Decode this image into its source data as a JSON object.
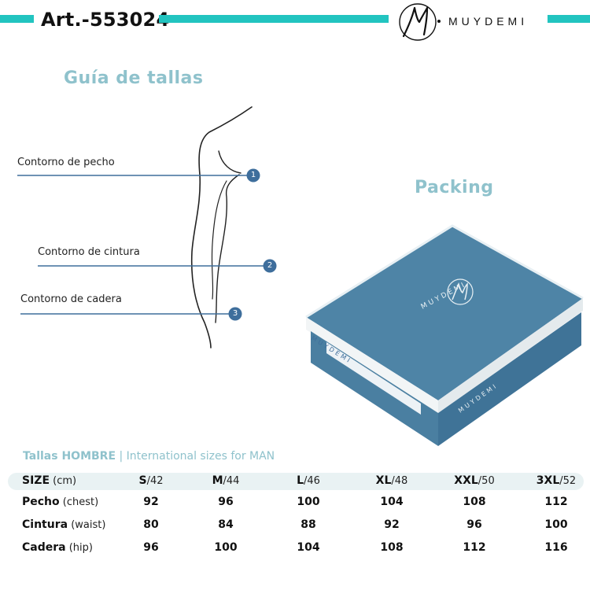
{
  "header": {
    "article": "Art.-553024",
    "brand": "MUYDEMI"
  },
  "guide": {
    "title": "Guía de tallas",
    "measures": [
      {
        "label": "Contorno de pecho",
        "number": "1"
      },
      {
        "label": "Contorno de cintura",
        "number": "2"
      },
      {
        "label": "Contorno de cadera",
        "number": "3"
      }
    ]
  },
  "packing": {
    "title": "Packing",
    "box_brand": "MUYDEMI"
  },
  "sizes": {
    "caption_strong": "Tallas HOMBRE",
    "caption_rest": " | International sizes for MAN",
    "header_label": "SIZE",
    "header_unit": " (cm)",
    "columns": [
      {
        "size": "S",
        "eu": "/42"
      },
      {
        "size": "M",
        "eu": "/44"
      },
      {
        "size": "L",
        "eu": "/46"
      },
      {
        "size": "XL",
        "eu": "/48"
      },
      {
        "size": "XXL",
        "eu": "/50"
      },
      {
        "size": "3XL",
        "eu": "/52"
      }
    ],
    "rows": [
      {
        "label": "Pecho",
        "sub": " (chest)",
        "values": [
          "92",
          "96",
          "100",
          "104",
          "108",
          "112"
        ]
      },
      {
        "label": "Cintura",
        "sub": " (waist)",
        "values": [
          "80",
          "84",
          "88",
          "92",
          "96",
          "100"
        ]
      },
      {
        "label": "Cadera",
        "sub": " (hip)",
        "values": [
          "96",
          "100",
          "104",
          "108",
          "112",
          "116"
        ]
      }
    ]
  },
  "colors": {
    "teal": "#22c4c0",
    "title_blue": "#8fc2cc",
    "box_blue": "#4e84a6",
    "marker_blue": "#3e6e9c"
  }
}
